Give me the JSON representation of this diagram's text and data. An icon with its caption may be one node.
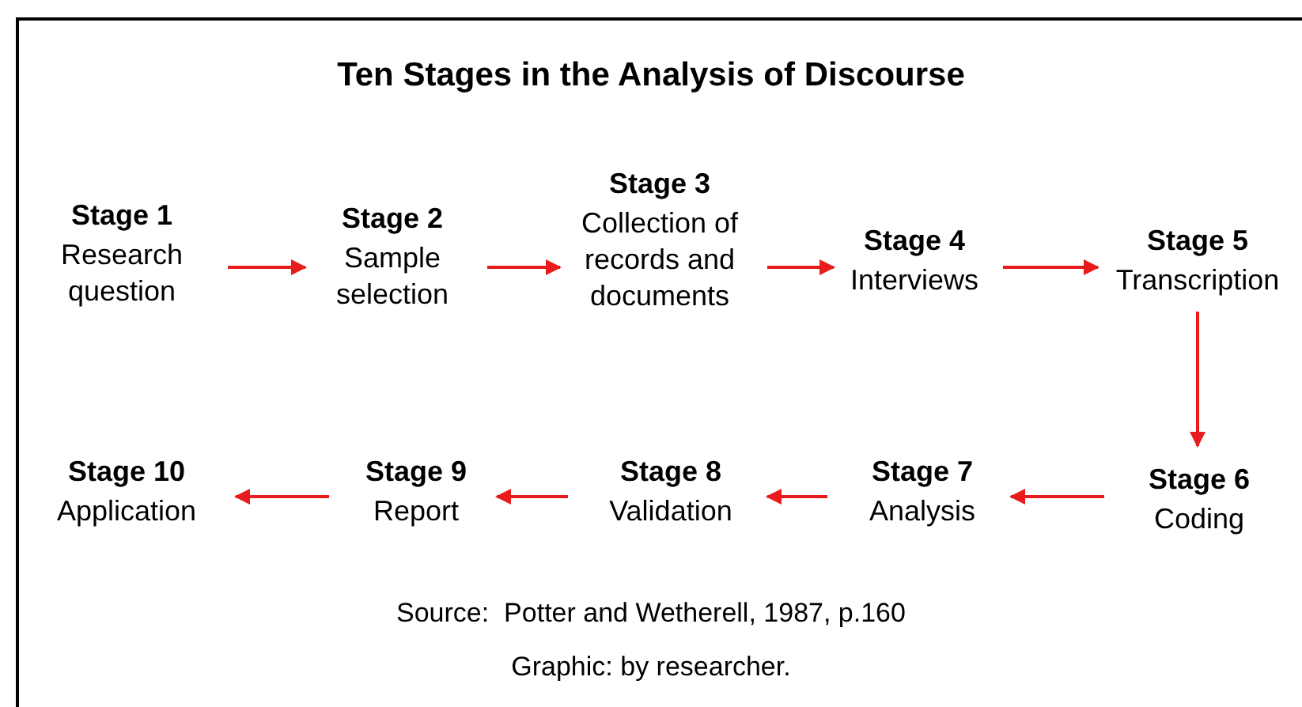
{
  "diagram": {
    "title": "Ten Stages in the Analysis of Discourse",
    "nodes": [
      {
        "text": [
          "Stage 1",
          "Research question"
        ]
      },
      {
        "text": [
          "Stage 2",
          "Sample selection"
        ]
      },
      {
        "text": [
          "Stage 3",
          "Collection of records and documents"
        ]
      },
      {
        "text": [
          "Stage 4",
          "Interviews"
        ]
      },
      {
        "text": [
          "Stage 5",
          "Transcription"
        ]
      },
      {
        "text": [
          "Stage 6",
          "Coding"
        ]
      },
      {
        "text": [
          "Stage 7",
          "Analysis"
        ]
      },
      {
        "text": [
          "Stage 8",
          "Validation"
        ]
      },
      {
        "text": [
          "Stage 9",
          "Report"
        ]
      },
      {
        "text": [
          "Stage 10",
          "Application"
        ]
      }
    ],
    "edges": [
      {
        "from": 0,
        "to": 1,
        "arrow": "to"
      },
      {
        "from": 1,
        "to": 2,
        "arrow": "to"
      },
      {
        "from": 2,
        "to": 3,
        "arrow": "to"
      },
      {
        "from": 3,
        "to": 4,
        "arrow": "to"
      },
      {
        "from": 4,
        "to": 5,
        "arrow": "to"
      },
      {
        "from": 5,
        "to": 6,
        "arrow": "to"
      },
      {
        "from": 6,
        "to": 7,
        "arrow": "to"
      },
      {
        "from": 7,
        "to": 8,
        "arrow": "to"
      },
      {
        "from": 8,
        "to": 9,
        "arrow": "to"
      }
    ],
    "labels": [
      "Source:  Potter and Wetherell, 1987, p.160",
      "Graphic: by researcher."
    ]
  }
}
